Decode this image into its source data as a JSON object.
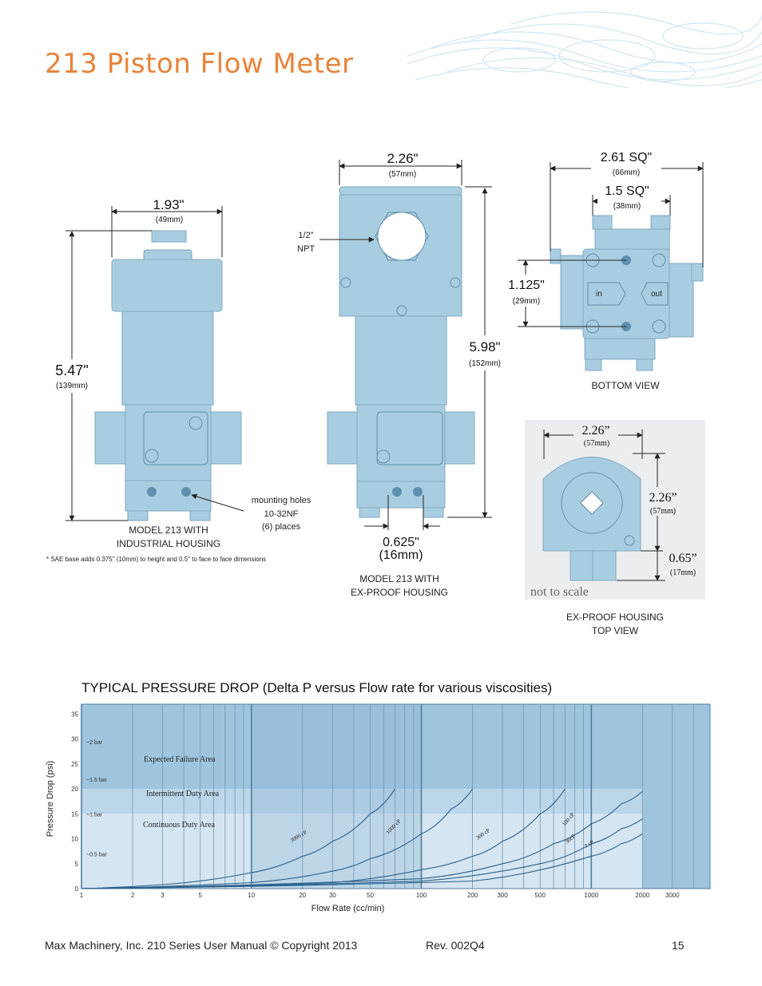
{
  "page": {
    "title": "213 Piston Flow Meter",
    "footer_left": "Max Machinery, Inc. 210 Series User Manual  © Copyright 2013",
    "footer_rev": "Rev. 002Q4",
    "page_number": "15"
  },
  "diagram": {
    "industrial": {
      "width_in": "1.93\"",
      "width_mm": "(49mm)",
      "height_in": "5.47\"",
      "height_mm": "(139mm)",
      "mount_label_1": "mounting holes",
      "mount_label_2": "10-32NF",
      "mount_label_3": "(6) places",
      "caption_1": "MODEL 213 WITH",
      "caption_2": "INDUSTRIAL HOUSING",
      "note": "* SAE base adds 0.375\" (10mm) to height and 0.5\" to face to face dimensions"
    },
    "explosion_proof": {
      "width_in": "2.26\"",
      "width_mm": "(57mm)",
      "npt_1": "1/2\"",
      "npt_2": "NPT",
      "height_in": "5.98\"",
      "height_mm": "(152mm)",
      "offset_in": "0.625\"",
      "offset_mm": "(16mm)",
      "caption_1": "MODEL 213 WITH",
      "caption_2": "EX-PROOF HOUSING"
    },
    "bottom_view": {
      "outer_in": "2.61 SQ\"",
      "outer_mm": "(66mm)",
      "inner_in": "1.5 SQ\"",
      "inner_mm": "(38mm)",
      "port_in": "1.125\"",
      "port_mm": "(29mm)",
      "in_label": "in",
      "out_label": "out",
      "caption": "BOTTOM VIEW"
    },
    "top_view": {
      "width_in": "2.26”",
      "width_mm": "(57mm)",
      "height_in": "2.26”",
      "height_mm": "(57mm)",
      "base_in": "0.65”",
      "base_mm": "(17mm)",
      "note": "not to scale",
      "caption_1": "EX-PROOF HOUSING",
      "caption_2": "TOP VIEW"
    }
  },
  "chart_data": {
    "type": "line",
    "title": "TYPICAL PRESSURE DROP (Delta P versus Flow rate for various viscosities)",
    "xlabel": "Flow Rate (cc/min)",
    "ylabel": "Pressure Drop (psi)",
    "x_scale": "log",
    "xlim": [
      1,
      5000
    ],
    "ylim": [
      0,
      37
    ],
    "x_ticks": [
      1,
      2,
      3,
      5,
      10,
      20,
      30,
      50,
      100,
      200,
      300,
      500,
      1000,
      2000,
      3000
    ],
    "x_tick_labels": [
      "1",
      "2",
      "3",
      "5",
      "10",
      "20",
      "30",
      "50",
      "100",
      "200",
      "300",
      "500",
      "1000",
      "2000",
      "3000"
    ],
    "y_ticks": [
      0,
      5,
      10,
      15,
      20,
      25,
      30,
      35
    ],
    "y_tick_labels": [
      "0",
      "5",
      "10",
      "15",
      "20",
      "25",
      "30",
      "35"
    ],
    "bar_markers": [
      {
        "label": "~0.5 bar",
        "y": 6.5
      },
      {
        "label": "~1 bar",
        "y": 14.5
      },
      {
        "label": "~1.5 bar",
        "y": 21.5
      },
      {
        "label": "~2 bar",
        "y": 29
      }
    ],
    "zones": [
      {
        "name": "Continuous Duty Area",
        "y_min": 0,
        "y_max": 15,
        "color": "#d5e5f1"
      },
      {
        "name": "Intermittent Duty Area",
        "y_min": 15,
        "y_max": 20,
        "color": "#bcd6e9"
      },
      {
        "name": "Expected Failure Area",
        "y_min": 20,
        "y_max": 37,
        "color": "#9fc4de"
      }
    ],
    "series": [
      {
        "name": "3000 cP",
        "x": [
          1,
          3,
          10,
          20,
          30,
          50,
          70
        ],
        "y": [
          0,
          0.8,
          3.2,
          6.5,
          9.5,
          15,
          20
        ]
      },
      {
        "name": "1000 cP",
        "x": [
          1,
          10,
          30,
          50,
          100,
          150,
          200
        ],
        "y": [
          0,
          1.2,
          3.5,
          6,
          11,
          16,
          20
        ]
      },
      {
        "name": "300 cP",
        "x": [
          1,
          30,
          100,
          200,
          300,
          500,
          700
        ],
        "y": [
          0,
          1.2,
          3.8,
          6.5,
          9.5,
          15,
          20
        ]
      },
      {
        "name": "100 cP",
        "x": [
          1,
          100,
          300,
          600,
          1000,
          1500,
          2000
        ],
        "y": [
          0,
          2,
          5,
          9,
          13,
          17,
          19.5
        ]
      },
      {
        "name": "30cP",
        "x": [
          1,
          100,
          500,
          1000,
          1500,
          2000
        ],
        "y": [
          0,
          1.5,
          5,
          9,
          12,
          14
        ]
      },
      {
        "name": "3 cP",
        "x": [
          1,
          200,
          1000,
          1500,
          2000
        ],
        "y": [
          0,
          1.5,
          6.5,
          9,
          11
        ]
      }
    ]
  }
}
